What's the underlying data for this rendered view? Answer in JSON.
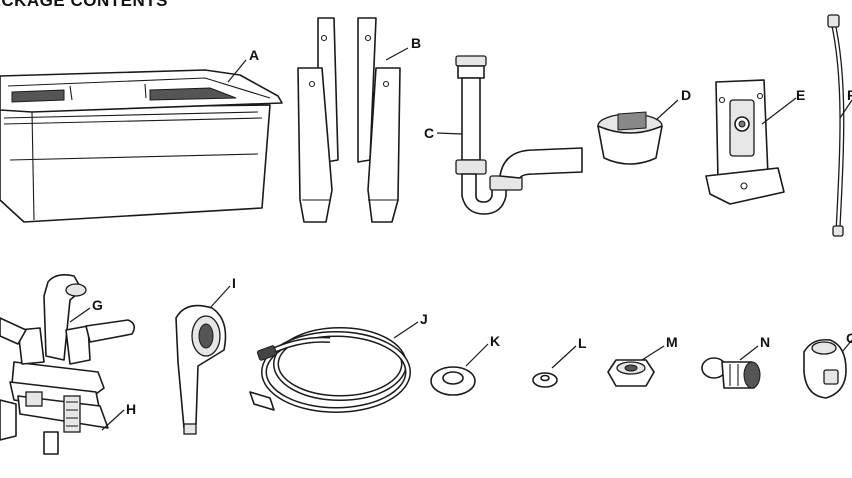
{
  "title": "PACKAGE CONTENTS",
  "labels": {
    "A": "A",
    "B": "B",
    "C": "C",
    "D": "D",
    "E": "E",
    "F": "F",
    "G": "G",
    "H": "H",
    "I": "I",
    "J": "J",
    "K": "K",
    "L": "L",
    "M": "M",
    "N": "N",
    "O": "O"
  }
}
